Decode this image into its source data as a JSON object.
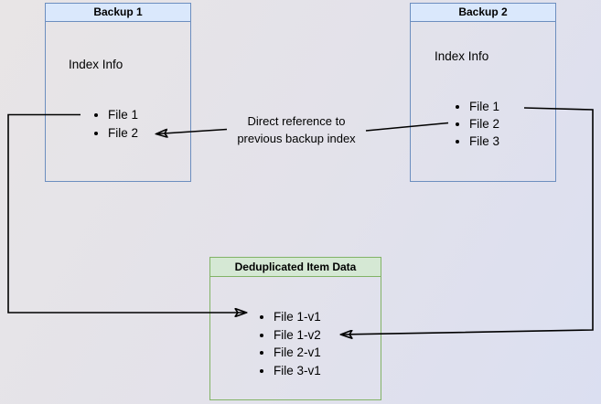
{
  "diagram": {
    "background_from": "#e8e5e6",
    "background_to": "#dbdff1",
    "arrow_color": "#000000",
    "boxes": {
      "backup1": {
        "title": "Backup 1",
        "section_label": "Index Info",
        "items": [
          "File 1",
          "File 2"
        ],
        "border_color": "#6c8ebf",
        "header_fill": "#dae8fc"
      },
      "backup2": {
        "title": "Backup 2",
        "section_label": "Index Info",
        "items": [
          "File 1",
          "File 2",
          "File 3"
        ],
        "border_color": "#6c8ebf",
        "header_fill": "#dae8fc"
      },
      "dedup": {
        "title": "Deduplicated Item Data",
        "items": [
          "File 1-v1",
          "File 1-v2",
          "File 2-v1",
          "File 3-v1"
        ],
        "border_color": "#82b366",
        "header_fill": "#d5e8d4"
      }
    },
    "annotation": {
      "line1": "Direct reference to",
      "line2": "previous backup index"
    }
  }
}
